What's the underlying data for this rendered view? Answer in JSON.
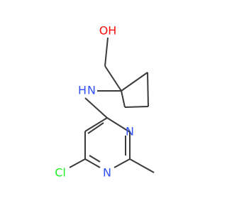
{
  "molecule": {
    "atoms": {
      "oh": {
        "label": "OH",
        "color": "#ff0d0d"
      },
      "nh": {
        "label": "H",
        "color": "#3050f8"
      },
      "n_amine": {
        "label": "N",
        "color": "#3050f8"
      },
      "n_ring_top": {
        "label": "N",
        "color": "#3050f8"
      },
      "n_ring_bottom": {
        "label": "N",
        "color": "#3050f8"
      },
      "cl": {
        "label": "Cl",
        "color": "#1ff01f"
      }
    },
    "bond_color": "#3a3a3a"
  }
}
